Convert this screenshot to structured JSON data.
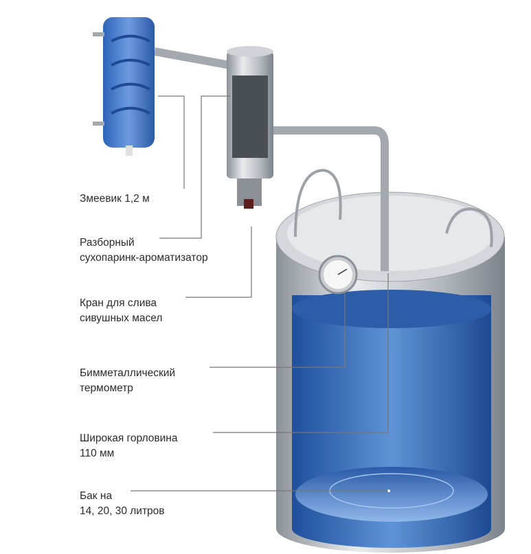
{
  "labels": {
    "coil": {
      "line1": "Змеевик 1,2 м"
    },
    "dry_steamer": {
      "line1": "Разборный",
      "line2": "сухопаринк-ароматизатор"
    },
    "drain_valve": {
      "line1": "Кран для слива",
      "line2": "сивушных масел"
    },
    "thermometer": {
      "line1": "Бимметаллический",
      "line2": "термометр"
    },
    "neck": {
      "line1": "Широкая горловина",
      "line2": "110 мм"
    },
    "tank": {
      "line1": "Бак на",
      "line2": "14, 20, 30 литров"
    }
  },
  "colors": {
    "liquid": "#2f63b0",
    "steel": "#b9bec4",
    "leader": "#777777",
    "coil": "#3f78c8"
  }
}
